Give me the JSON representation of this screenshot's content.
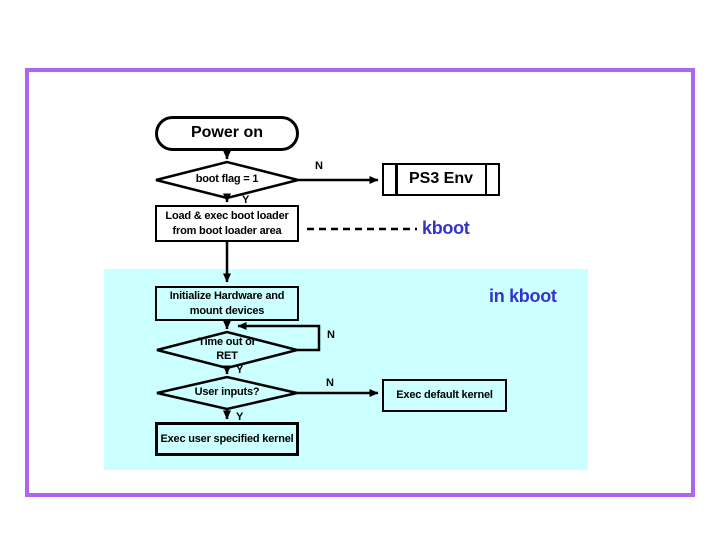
{
  "colors": {
    "frame_border": "#aa66ee",
    "region_bg": "#ccffff",
    "accent_text": "#3333cc",
    "line": "#000000"
  },
  "flow": {
    "power_on": "Power on",
    "boot_flag": "boot flag = 1",
    "ps3_env": "PS3 Env",
    "load_boot_loader": "Load & exec boot loader\nfrom boot loader area",
    "init_hardware": "Initialize Hardware and\nmount devices",
    "time_out": "Time out or\nRET",
    "user_inputs": "User inputs?",
    "exec_default": "Exec default kernel",
    "exec_user": "Exec user specified kernel"
  },
  "labels": {
    "kboot": "kboot",
    "in_kboot": "in kboot",
    "boot_flag_no": "N",
    "boot_flag_yes": "Y",
    "time_out_no": "N",
    "time_out_yes": "Y",
    "user_inputs_no": "N",
    "user_inputs_yes": "Y"
  }
}
